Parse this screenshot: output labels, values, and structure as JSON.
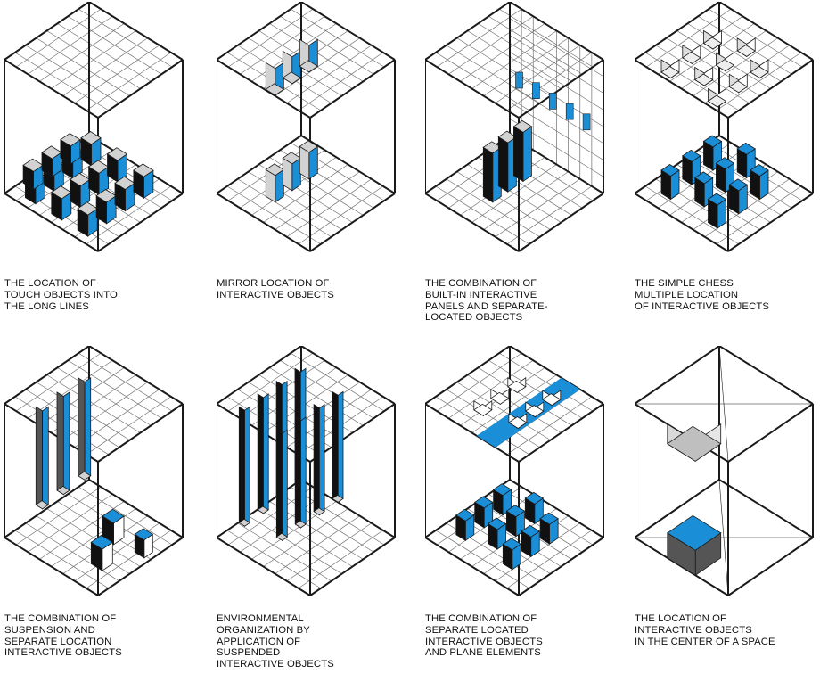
{
  "colors": {
    "line": "#1a1a1a",
    "grid": "#6f6f6f",
    "accent": "#1a8fd8",
    "object_light": "#d2d2d2",
    "object_dark": "#111111",
    "object_mid": "#555555",
    "background": "#ffffff"
  },
  "diagrams": [
    {
      "id": "touch-objects-long-lines",
      "caption": "THE LOCATION OF\nTOUCH OBJECTS INTO\nTHE LONG LINES"
    },
    {
      "id": "mirror-location",
      "caption": "MIRROR LOCATION OF\nINTERACTIVE OBJECTS"
    },
    {
      "id": "built-in-panels",
      "caption": "THE COMBINATION OF\nBUILT-IN INTERACTIVE\nPANELS AND SEPARATE-\nLOCATED OBJECTS"
    },
    {
      "id": "simple-chess",
      "caption": "THE SIMPLE CHESS\nMULTIPLE LOCATION\nOF INTERACTIVE OBJECTS"
    },
    {
      "id": "suspension-and-separate",
      "caption": "THE COMBINATION OF\nSUSPENSION AND\nSEPARATE LOCATION\nINTERACTIVE OBJECTS"
    },
    {
      "id": "environmental-organization",
      "caption": "ENVIRONMENTAL\nORGANIZATION BY\nAPPLICATION OF\nSUSPENDED\nINTERACTIVE OBJECTS"
    },
    {
      "id": "separate-and-plane",
      "caption": "THE COMBINATION OF\nSEPARATE LOCATED\nINTERACTIVE OBJECTS\nAND PLANE ELEMENTS"
    },
    {
      "id": "center-of-space",
      "caption": "THE LOCATION OF\nINTERACTIVE OBJECTS\nIN THE CENTER OF A SPACE"
    }
  ]
}
